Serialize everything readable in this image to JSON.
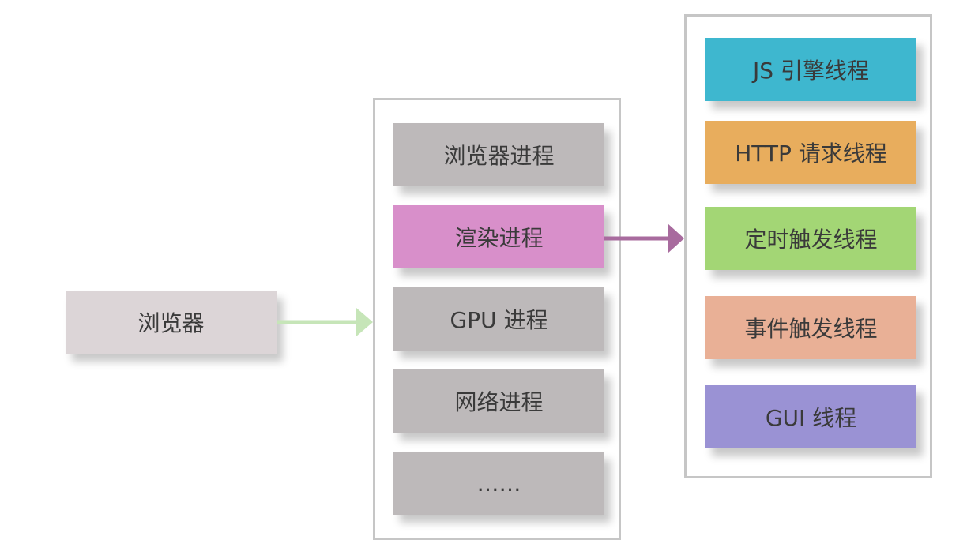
{
  "browser": {
    "label": "浏览器",
    "color": "#dcd5d7"
  },
  "processes": {
    "items": [
      {
        "label": "浏览器进程",
        "color": "#bdb9ba"
      },
      {
        "label": "渲染进程",
        "color": "#d88fca"
      },
      {
        "label": "GPU 进程",
        "color": "#bdb9ba"
      },
      {
        "label": "网络进程",
        "color": "#bdb9ba"
      },
      {
        "label": "……",
        "color": "#bdb9ba"
      }
    ]
  },
  "threads": {
    "items": [
      {
        "label": "JS 引擎线程",
        "color": "#3eb7cf"
      },
      {
        "label": "HTTP 请求线程",
        "color": "#e8ad5d"
      },
      {
        "label": "定时触发线程",
        "color": "#a3d675"
      },
      {
        "label": "事件触发线程",
        "color": "#e9b096"
      },
      {
        "label": "GUI 线程",
        "color": "#9a92d4"
      }
    ]
  },
  "arrows": {
    "browser_to_processes": {
      "color": "#c6e5b8"
    },
    "render_to_threads": {
      "color": "#a86b9e"
    }
  }
}
